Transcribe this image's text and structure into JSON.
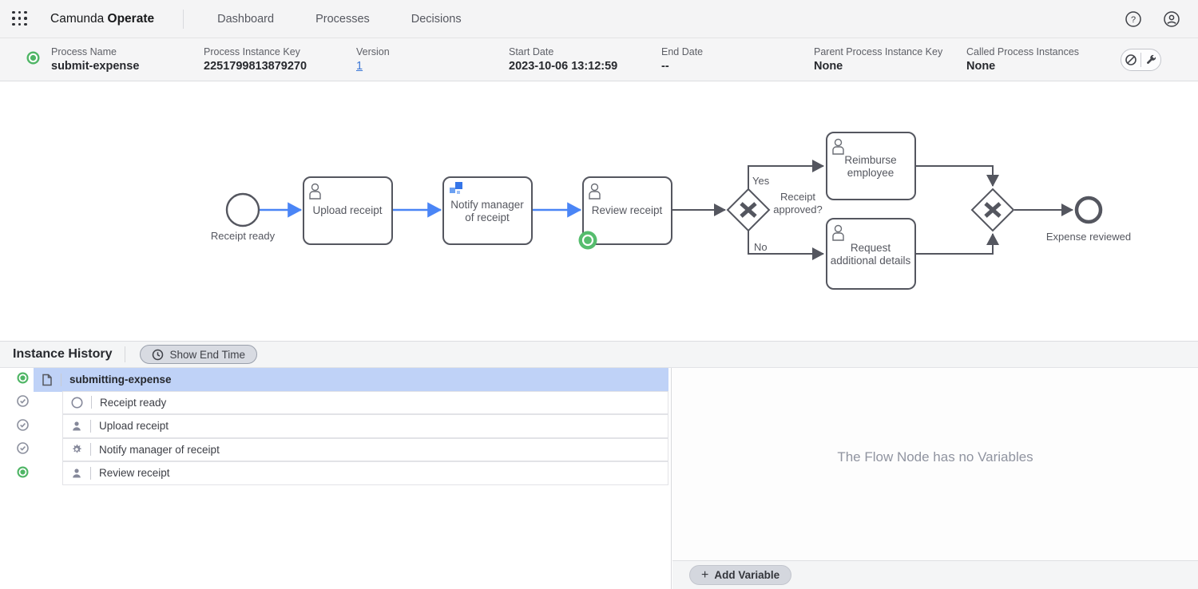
{
  "nav": {
    "brand": {
      "name": "Camunda",
      "product": "Operate"
    },
    "items": [
      {
        "label": "Dashboard"
      },
      {
        "label": "Processes"
      },
      {
        "label": "Decisions"
      }
    ]
  },
  "instance_header": {
    "fields": [
      {
        "label": "Process Name",
        "value": "submit-expense"
      },
      {
        "label": "Process Instance Key",
        "value": "2251799813879270"
      },
      {
        "label": "Version",
        "value": "1"
      },
      {
        "label": "Start Date",
        "value": "2023-10-06 13:12:59"
      },
      {
        "label": "End Date",
        "value": "--"
      },
      {
        "label": "Parent Process Instance Key",
        "value": "None"
      },
      {
        "label": "Called Process Instances",
        "value": "None"
      }
    ]
  },
  "diagram": {
    "start_event_label": "Receipt ready",
    "end_event_label": "Expense reviewed",
    "tasks": [
      {
        "lines": [
          "Upload receipt",
          ""
        ]
      },
      {
        "lines": [
          "Notify manager",
          "of receipt"
        ]
      },
      {
        "lines": [
          "Review receipt",
          ""
        ]
      },
      {
        "lines": [
          "Reimburse",
          "employee"
        ]
      },
      {
        "lines": [
          "Request",
          "additional details"
        ]
      }
    ],
    "gateway_question": {
      "line1": "Receipt",
      "line2": "approved?"
    },
    "branch_yes": "Yes",
    "branch_no": "No"
  },
  "history": {
    "title": "Instance History",
    "show_end_time_label": "Show End Time",
    "rows": [
      {
        "label": "submitting-expense",
        "state": "active",
        "type": "process",
        "selected": true
      },
      {
        "label": "Receipt ready",
        "state": "completed",
        "type": "start-event",
        "selected": false
      },
      {
        "label": "Upload receipt",
        "state": "completed",
        "type": "user-task",
        "selected": false
      },
      {
        "label": "Notify manager of receipt",
        "state": "completed",
        "type": "service-task",
        "selected": false
      },
      {
        "label": "Review receipt",
        "state": "active",
        "type": "user-task",
        "selected": false
      }
    ]
  },
  "variables_panel": {
    "empty_message": "The Flow Node has no Variables",
    "add_variable_label": "Add Variable"
  },
  "colors": {
    "active_green": "#4fb565",
    "token_green": "#56bd6e",
    "flow_blue": "#4a85f6",
    "diagram_stroke": "#54565f",
    "selected_row": "#bfd2f7",
    "link_blue": "#3c77d6"
  }
}
